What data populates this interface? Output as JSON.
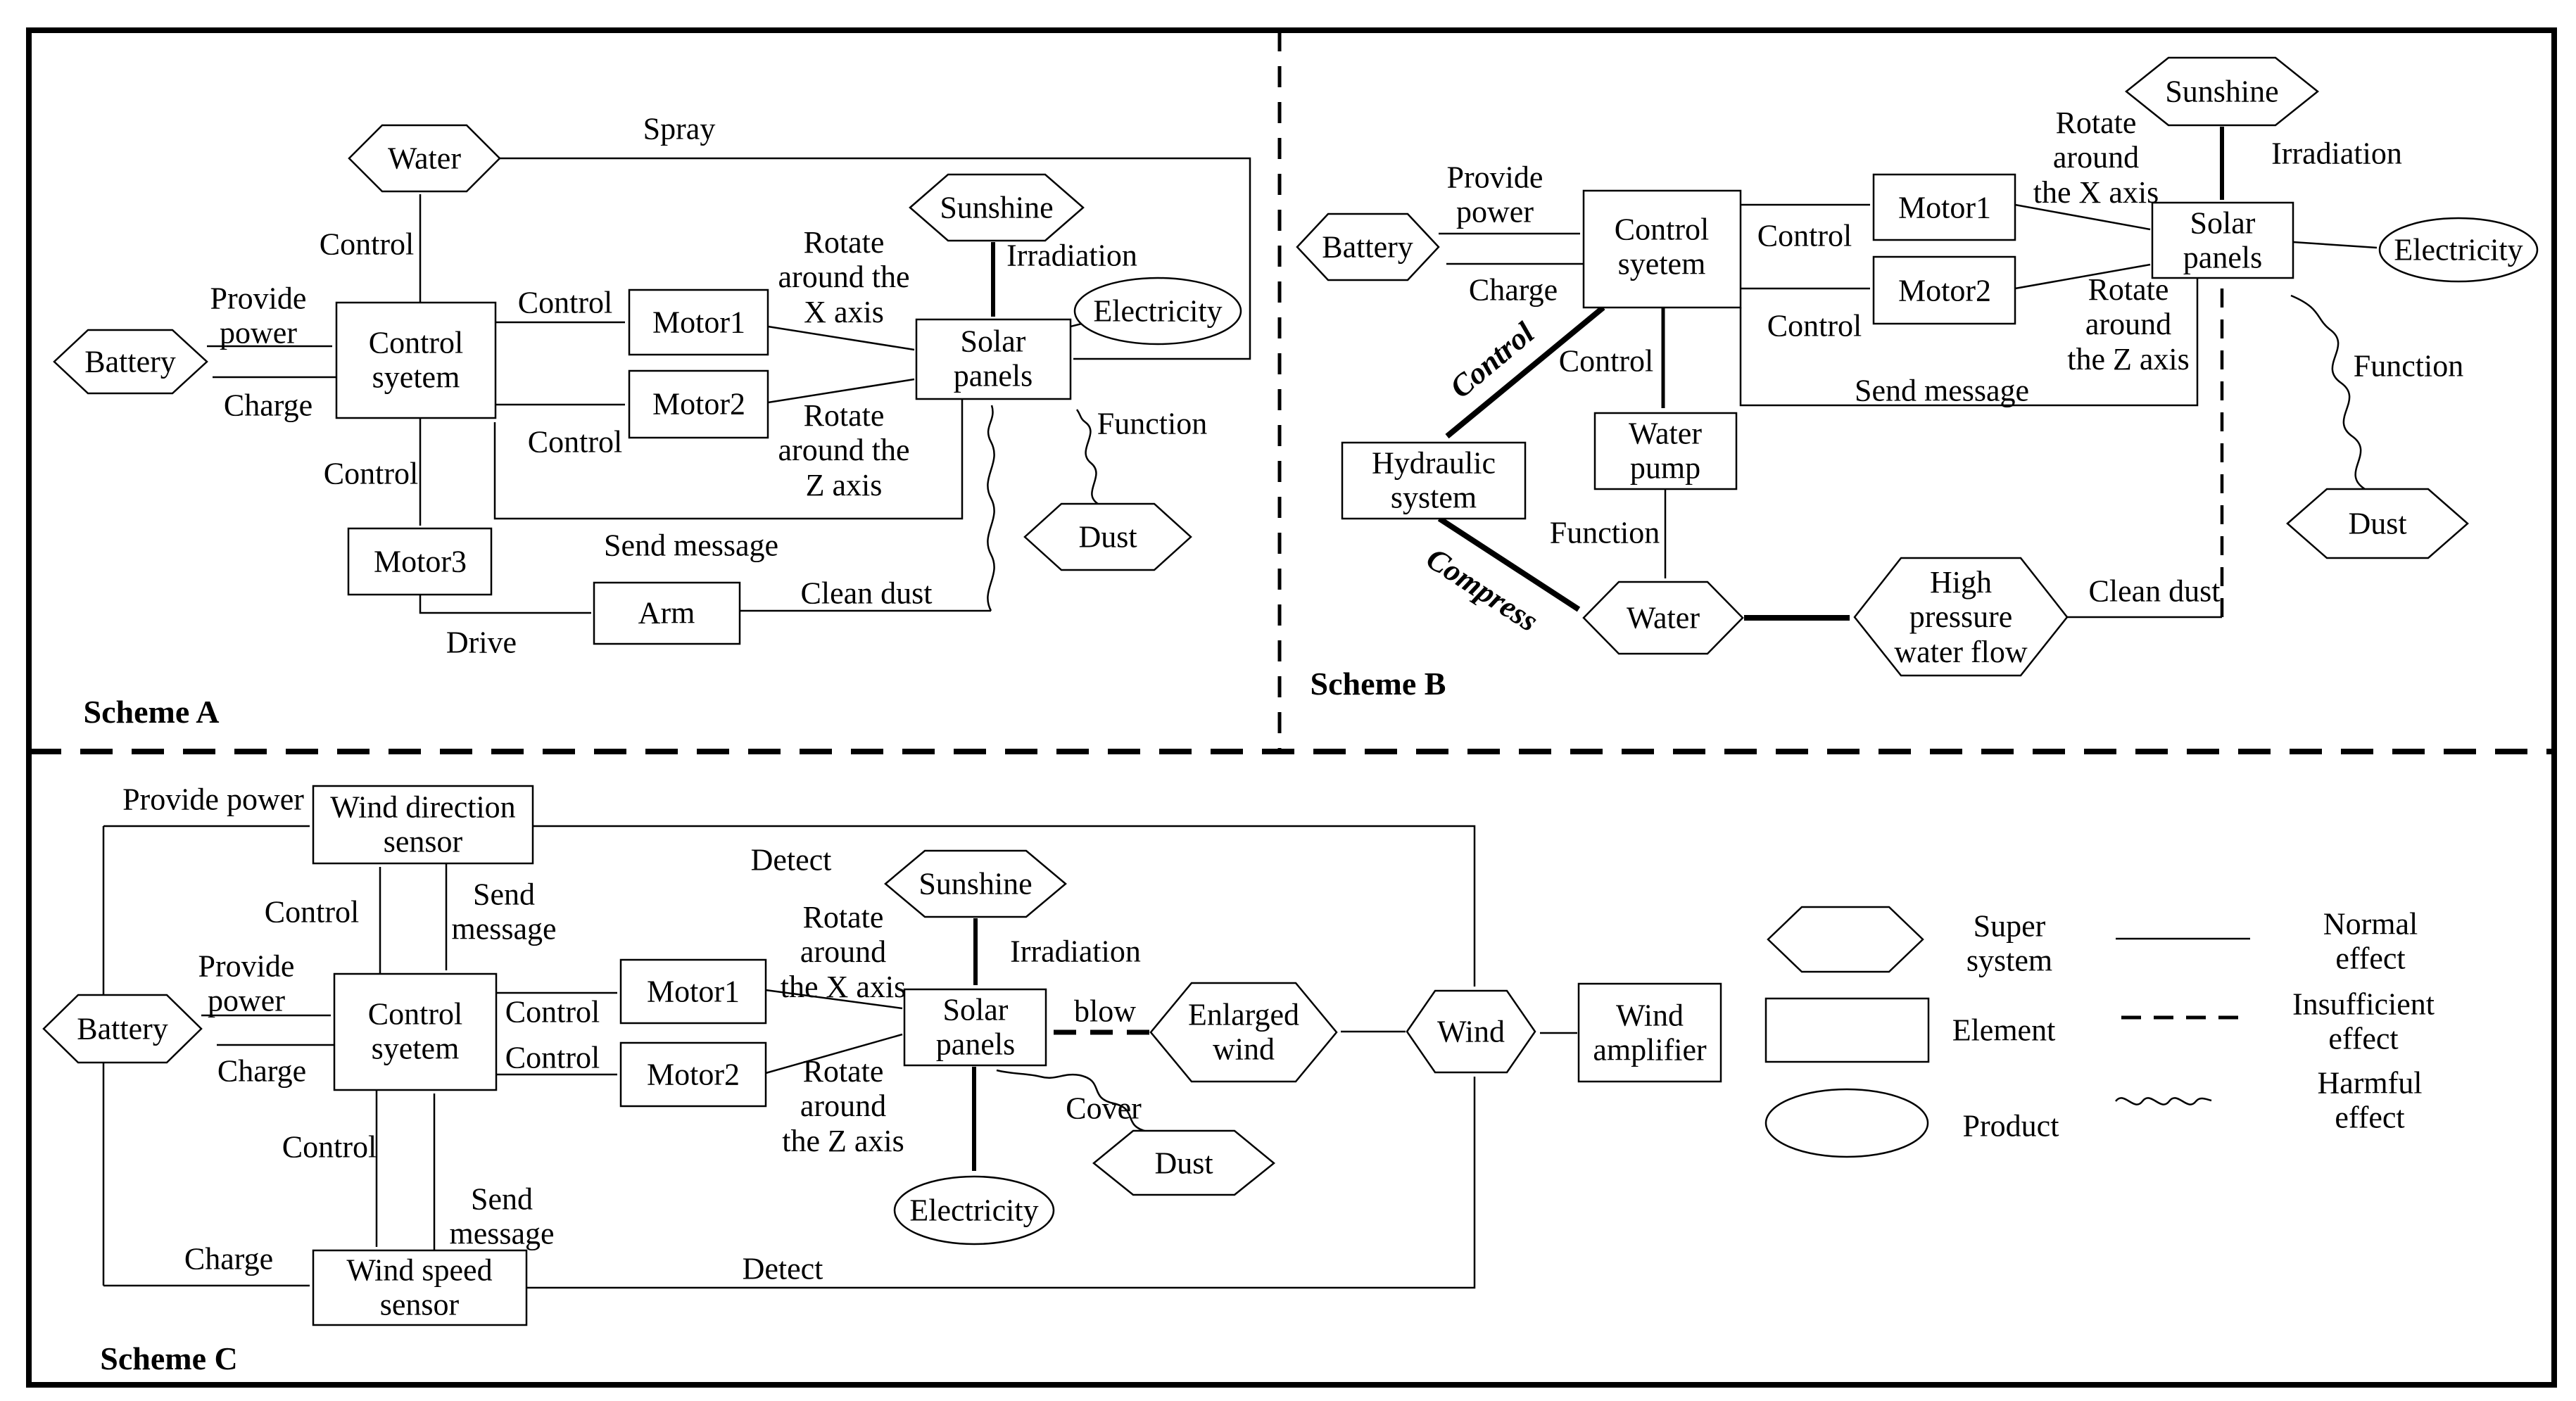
{
  "titles": {
    "a": "Scheme A",
    "b": "Scheme B",
    "c": "Scheme C"
  },
  "nodes": {
    "battery": "Battery",
    "control_system": "Control\nsyetem",
    "motor1": "Motor1",
    "motor2": "Motor2",
    "motor3": "Motor3",
    "arm": "Arm",
    "water": "Water",
    "sunshine": "Sunshine",
    "solar_panels": "Solar\npanels",
    "electricity": "Electricity",
    "dust": "Dust",
    "hydraulic": "Hydraulic\nsystem",
    "water_pump": "Water\npump",
    "high_pressure": "High\npressure\nwater flow",
    "wind_direction": "Wind direction\nsensor",
    "wind_speed": "Wind speed\nsensor",
    "wind": "Wind",
    "wind_amplifier": "Wind\namplifier",
    "enlarged_wind": "Enlarged\nwind"
  },
  "labels": {
    "provide_power": "Provide\npower",
    "provide_power_inline": "Provide power",
    "charge": "Charge",
    "control": "Control",
    "spray": "Spray",
    "irradiation": "Irradiation",
    "rotate_x_a": "Rotate\naround the\nX axis",
    "rotate_z_a": "Rotate\naround the\nZ axis",
    "rotate_x": "Rotate\naround\nthe X axis",
    "rotate_z": "Rotate\naround\nthe Z axis",
    "send_message": "Send message",
    "send_message_2l": "Send\nmessage",
    "function": "Function",
    "clean_dust": "Clean dust",
    "drive": "Drive",
    "compress": "Compress",
    "detect": "Detect",
    "blow": "blow",
    "cover": "Cover"
  },
  "legend": {
    "super_system": "Super\nsystem",
    "element": "Element",
    "product": "Product",
    "normal": "Normal\neffect",
    "insufficient": "Insufficient\neffect",
    "harmful": "Harmful\neffect"
  },
  "colors": {
    "ink": "#000000",
    "background": "#ffffff"
  }
}
